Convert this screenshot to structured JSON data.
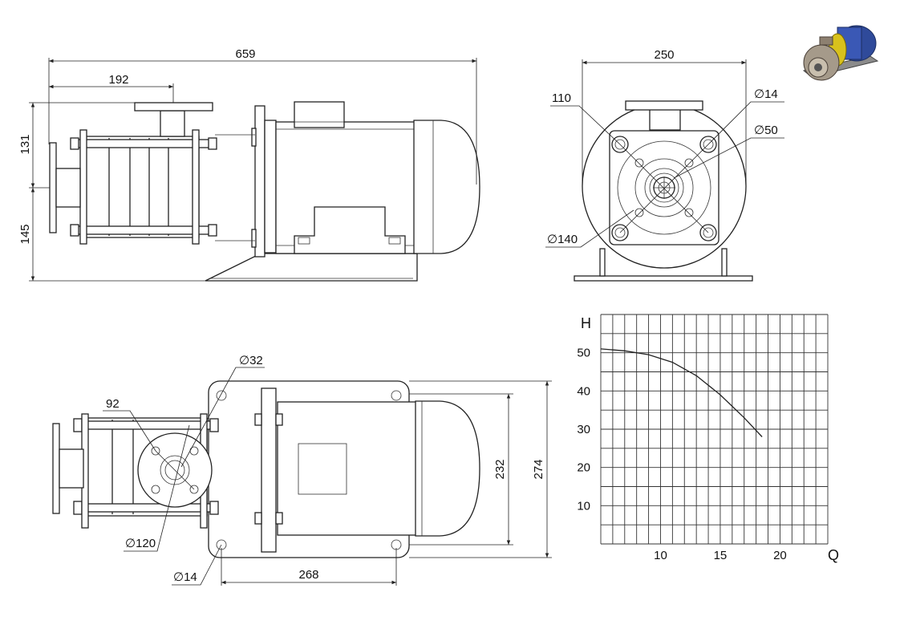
{
  "side_view": {
    "dim_overall_length": "659",
    "dim_outlet_offset": "192",
    "dim_upper_height": "131",
    "dim_lower_height": "145"
  },
  "front_view": {
    "dim_width": "250",
    "dim_bolt_spacing": "110",
    "dim_bolt_hole": "14",
    "dim_bore": "50",
    "dim_flange": "140",
    "diameter_symbol": "∅"
  },
  "top_view": {
    "dim_flange_bolt_hole": "32",
    "dim_bolt_circle": "92",
    "dim_flange_dia": "120",
    "dim_base_hole": "14",
    "dim_base_hole_spacing": "268",
    "dim_base_width": "232",
    "dim_overall_width": "274"
  },
  "chart_data": {
    "type": "line",
    "title": "",
    "xlabel": "Q",
    "ylabel": "H",
    "xlim": [
      5,
      24
    ],
    "ylim": [
      0,
      60
    ],
    "x_ticks": [
      10,
      15,
      20
    ],
    "y_ticks": [
      10,
      20,
      30,
      40,
      50
    ],
    "grid": true,
    "series": [
      {
        "x": [
          5,
          7,
          9,
          11,
          13,
          15,
          17,
          18.5
        ],
        "y": [
          51,
          50.5,
          49.5,
          47.5,
          44,
          39,
          33,
          28
        ]
      }
    ]
  }
}
